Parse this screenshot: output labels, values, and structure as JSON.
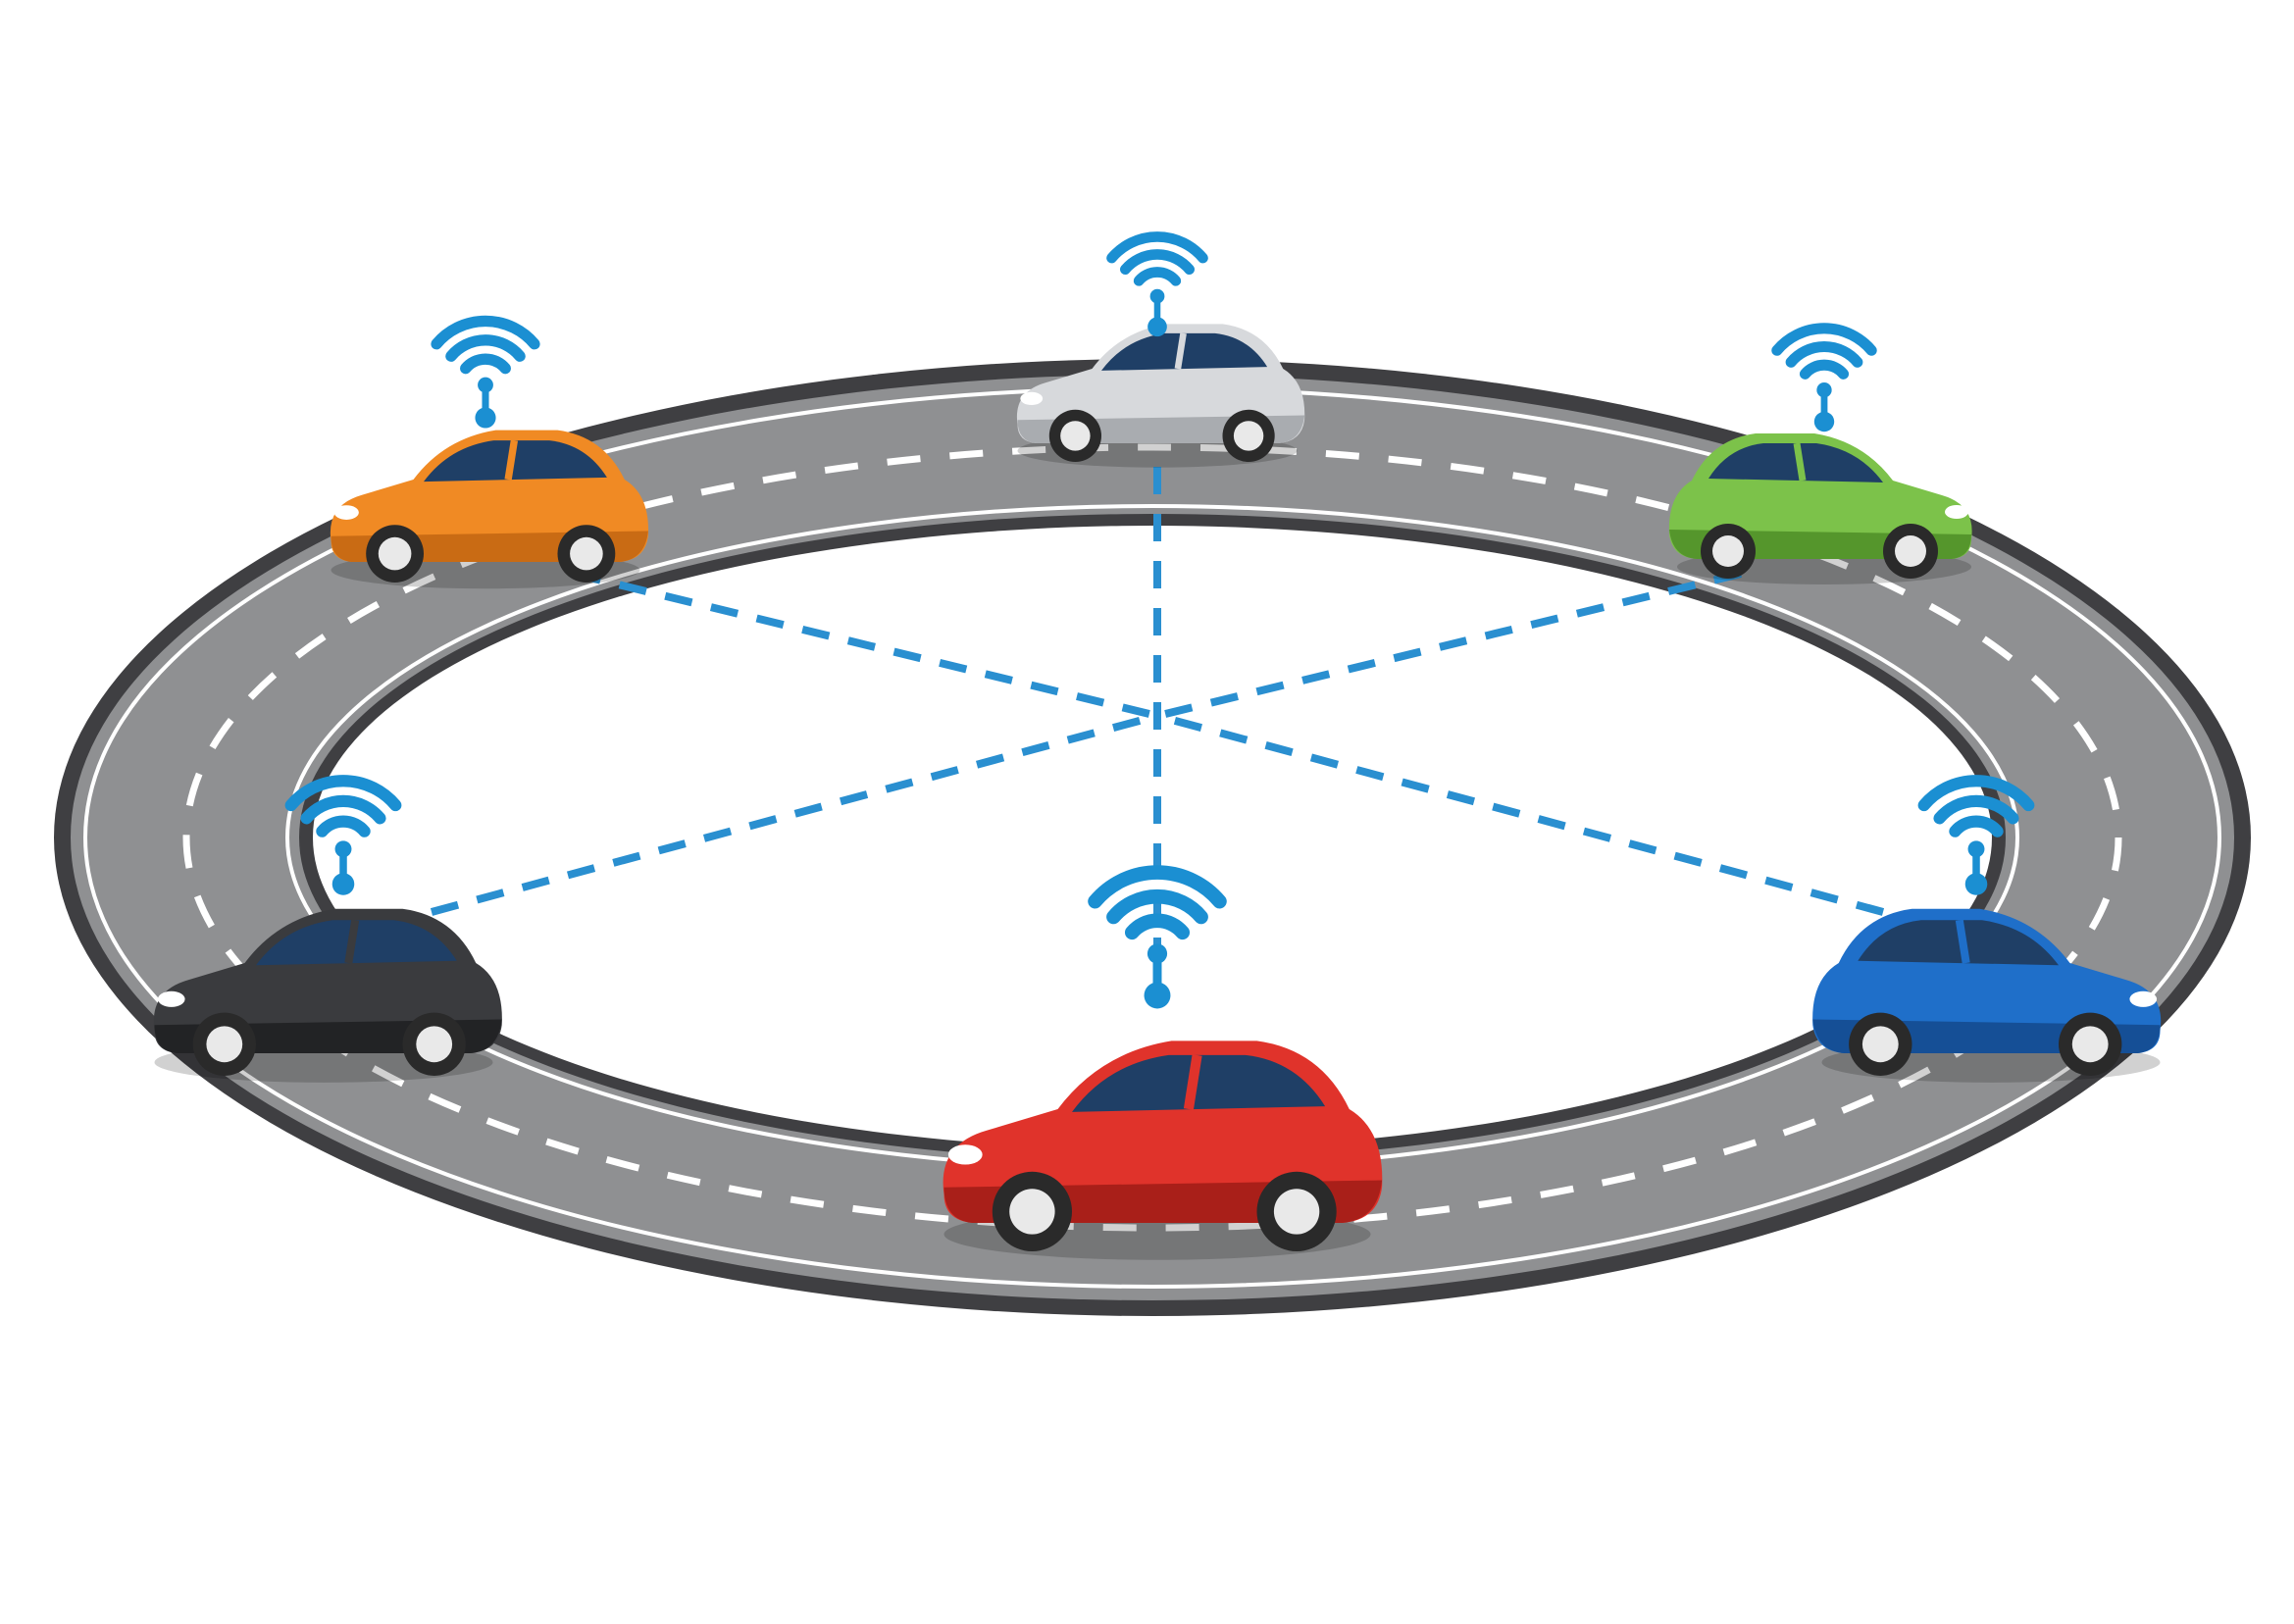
{
  "colors": {
    "background": "#ffffff",
    "road": "#8f9092",
    "road_edge": "#3f3f42",
    "road_edge_line": "#ffffff",
    "lane_dash": "#ffffff",
    "signal": "#1b8fd2",
    "link_line": "#2a8fd0",
    "window": "#1f3f66",
    "tire": "#2a2a2a",
    "rim": "#e9e9e9"
  },
  "cars": [
    {
      "id": "orange",
      "color": "#f08a24",
      "shade": "#c96b14"
    },
    {
      "id": "silver",
      "color": "#d7d9dc",
      "shade": "#a9acb0"
    },
    {
      "id": "green",
      "color": "#7cc24a",
      "shade": "#55962c"
    },
    {
      "id": "black",
      "color": "#3a3b3e",
      "shade": "#222325"
    },
    {
      "id": "red",
      "color": "#e0332b",
      "shade": "#a91f19"
    },
    {
      "id": "blue",
      "color": "#1f6fc9",
      "shade": "#154f96"
    }
  ],
  "icons": {
    "signal": "wifi-signal-icon",
    "hub": "network-hub-icon"
  }
}
